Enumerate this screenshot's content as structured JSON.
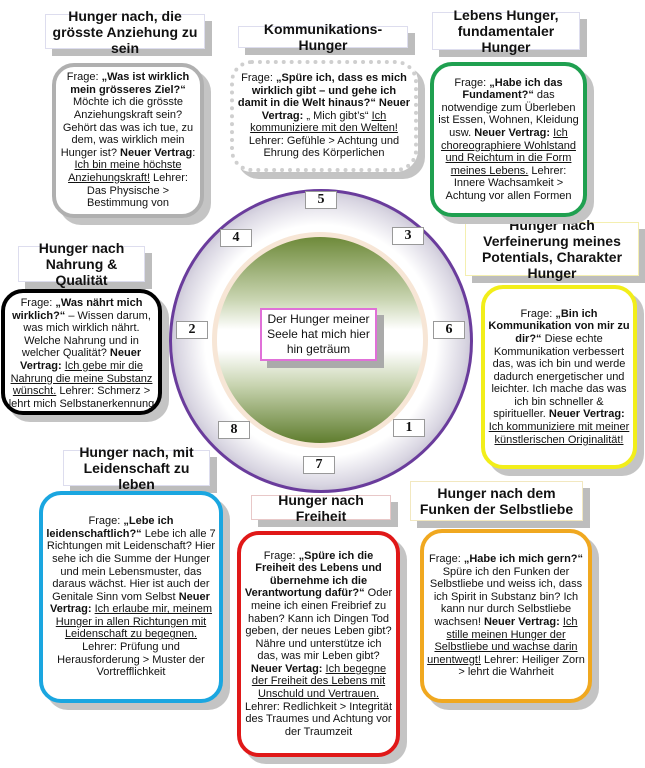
{
  "center_text": "Der Hunger meiner Seele hat mich hier hin geträum",
  "numbers": [
    "1",
    "2",
    "3",
    "4",
    "5",
    "6",
    "7",
    "8"
  ],
  "sections": [
    {
      "id": "anziehung",
      "title": "Hunger nach, die grösste Anziehung zu sein",
      "color": "#b0b0b0",
      "segments": [
        {
          "t": "Frage: ",
          "s": ""
        },
        {
          "t": "„Was ist wirklich mein grösseres Ziel?“",
          "s": "b"
        },
        {
          "t": " Möchte  ich die grösste Anziehungskraft sein? Gehört das was ich tue, zu dem, was wirklich mein Hunger ist? ",
          "s": ""
        },
        {
          "t": "Neuer Vertrag",
          "s": "b"
        },
        {
          "t": ": ",
          "s": ""
        },
        {
          "t": "Ich bin meine höchste Anziehungskraft!",
          "s": "u"
        },
        {
          "t": " Lehrer: Das Physische > Bestimmung von",
          "s": ""
        }
      ]
    },
    {
      "id": "kommunikation",
      "title": "Kommunikations- Hunger",
      "color": "#cfcfcf",
      "segments": [
        {
          "t": "Frage: ",
          "s": ""
        },
        {
          "t": "„Spüre ich, dass es mich wirklich gibt – und gehe ich damit in die Welt hinaus?“",
          "s": "b"
        },
        {
          "t": " ",
          "s": ""
        },
        {
          "t": "Neuer Vertrag:",
          "s": "b"
        },
        {
          "t": " „ Mich gibt’s“ ",
          "s": ""
        },
        {
          "t": "Ich kommuniziere mit den Welten!",
          "s": "u"
        },
        {
          "t": " Lehrer: Gefühle > Achtung und Ehrung des Körperlichen",
          "s": ""
        }
      ]
    },
    {
      "id": "lebens",
      "title": "Lebens Hunger, fundamentaler Hunger",
      "color": "#1fa050",
      "segments": [
        {
          "t": "Frage: ",
          "s": ""
        },
        {
          "t": "„Habe ich das Fundament?“",
          "s": "b"
        },
        {
          "t": " das notwendige zum Überleben ist Essen, Wohnen, Kleidung usw. ",
          "s": ""
        },
        {
          "t": "Neuer Vertrag:",
          "s": "b"
        },
        {
          "t": " ",
          "s": ""
        },
        {
          "t": "Ich choreographiere Wohlstand und Reichtum in die Form meines Lebens.",
          "s": "u"
        },
        {
          "t": " Lehrer: Innere Wachsamkeit > Achtung vor allen Formen",
          "s": ""
        }
      ]
    },
    {
      "id": "nahrung",
      "title": "Hunger nach Nahrung & Qualität",
      "color": "#000000",
      "segments": [
        {
          "t": "Frage: ",
          "s": ""
        },
        {
          "t": "„Was nährt mich wirklich?“",
          "s": "b"
        },
        {
          "t": " – Wissen darum, was mich wirklich nährt. Welche Nahrung und in welcher Qualität? ",
          "s": ""
        },
        {
          "t": "Neuer Vertrag:",
          "s": "b"
        },
        {
          "t": " ",
          "s": ""
        },
        {
          "t": "Ich gebe mir die Nahrung die meine Substanz wünscht.",
          "s": "u"
        },
        {
          "t": " Lehrer: Schmerz > lehrt mich Selbstanerkennung",
          "s": ""
        }
      ]
    },
    {
      "id": "verfeinerung",
      "title": "Hunger nach Verfeinerung meines Potentials, Charakter Hunger",
      "color": "#f2ee1a",
      "segments": [
        {
          "t": "Frage: ",
          "s": ""
        },
        {
          "t": "„Bin ich Kommunikation von mir zu dir?“",
          "s": "b"
        },
        {
          "t": " Diese echte Kommunikation verbessert das, was ich bin und werde dadurch energetischer und leichter. Ich mache das was ich bin schneller & spiritueller. ",
          "s": ""
        },
        {
          "t": "Neuer Vertrag:",
          "s": "b"
        },
        {
          "t": " ",
          "s": ""
        },
        {
          "t": "Ich kommuniziere mit meiner künstlerischen Originalität!",
          "s": "u"
        }
      ]
    },
    {
      "id": "leidenschaft",
      "title": "Hunger nach, mit Leidenschaft zu leben",
      "color": "#1aa6e0",
      "segments": [
        {
          "t": "Frage: ",
          "s": ""
        },
        {
          "t": "„Lebe ich leidenschaftlich?“",
          "s": "b"
        },
        {
          "t": " Lebe ich alle 7 Richtungen mit Leidenschaft? Hier sehe ich die Summe der Hunger und mein Lebensmuster, das daraus wächst. Hier ist auch der Genitale Sinn vom Selbst ",
          "s": ""
        },
        {
          "t": "Neuer Vertrag:",
          "s": "b"
        },
        {
          "t": " ",
          "s": ""
        },
        {
          "t": "Ich erlaube mir, meinem Hunger in allen Richtungen mit Leidenschaft zu begegnen.",
          "s": "u"
        },
        {
          "t": " Lehrer: Prüfung und Herausforderung > Muster der Vortrefflichkeit",
          "s": ""
        }
      ]
    },
    {
      "id": "freiheit",
      "title": "Hunger nach Freiheit",
      "color": "#e01818",
      "segments": [
        {
          "t": "Frage: ",
          "s": ""
        },
        {
          "t": "„Spüre ich die Freiheit des Lebens und übernehme ich die Verantwortung dafür?“",
          "s": "b"
        },
        {
          "t": " Oder meine ich einen Freibrief zu haben? Kann ich Dingen Tod geben, der neues Leben gibt? Nähre und unterstütze ich das, was mir Leben gibt? ",
          "s": ""
        },
        {
          "t": "Neuer Vertag:",
          "s": "b"
        },
        {
          "t": " ",
          "s": ""
        },
        {
          "t": "Ich begegne der Freiheit des Lebens mit Unschuld und Vertrauen.",
          "s": "u"
        },
        {
          "t": " Lehrer: Redlichkeit > Integrität des Traumes und Achtung vor der Traumzeit",
          "s": ""
        }
      ]
    },
    {
      "id": "selbstliebe",
      "title": "Hunger nach dem Funken der Selbstliebe",
      "color": "#f0a820",
      "segments": [
        {
          "t": "Frage: ",
          "s": ""
        },
        {
          "t": "„Habe ich mich gern?“",
          "s": "b"
        },
        {
          "t": " Spüre ich den Funken der Selbstliebe und weiss ich, dass ich Spirit in Substanz bin? Ich kann nur durch Selbstliebe wachsen! ",
          "s": ""
        },
        {
          "t": "Neuer Vertrag:",
          "s": "b"
        },
        {
          "t": " ",
          "s": ""
        },
        {
          "t": "Ich stille meinen Hunger der Selbstliebe und wachse darin unentwegt!",
          "s": "u"
        },
        {
          "t": " Lehrer: Heiliger Zorn > lehrt die Wahrheit",
          "s": ""
        }
      ]
    }
  ]
}
